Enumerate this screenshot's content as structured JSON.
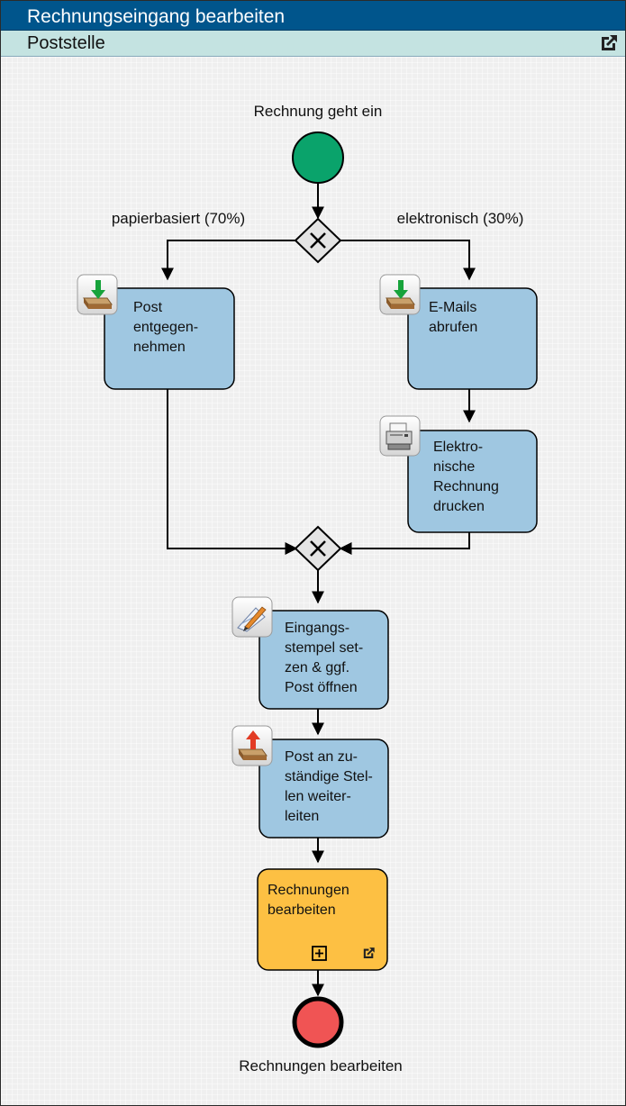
{
  "header": {
    "title": "Rechnungseingang bearbeiten"
  },
  "lane": {
    "title": "Poststelle",
    "icon": "external-link-icon"
  },
  "events": {
    "start": {
      "label": "Rechnung geht ein",
      "color": "#0aa36b"
    },
    "end": {
      "label": "Rechnungen bearbeiten",
      "color": "#f05454"
    }
  },
  "gateways": {
    "split": {
      "left_label": "papierbasiert (70%)",
      "right_label": "elektronisch (30%)"
    },
    "merge": {}
  },
  "tasks": [
    {
      "id": "post",
      "label": "Post\nentgegen-\nnehmen",
      "icon": "inbox-download-icon"
    },
    {
      "id": "emails",
      "label": "E-Mails\nabrufen",
      "icon": "inbox-download-icon"
    },
    {
      "id": "print",
      "label": "Elektro-\nnische\nRechnung\ndrucken",
      "icon": "printer-icon"
    },
    {
      "id": "stamp",
      "label": "Eingangs-\nstempel set-\nzen & ggf.\nPost öffnen",
      "icon": "pen-stamp-icon"
    },
    {
      "id": "forward",
      "label": "Post an zu-\nständige Stel-\nlen weiter-\nleiten",
      "icon": "inbox-upload-icon"
    }
  ],
  "subprocess": {
    "label": "Rechnungen\nbearbeiten",
    "color": "#fdc043",
    "icons": [
      "expand-plus-icon",
      "external-link-icon"
    ]
  },
  "colors": {
    "task_fill": "#9fc7e1",
    "header": "#00558c",
    "lane": "#c4e3e1"
  }
}
